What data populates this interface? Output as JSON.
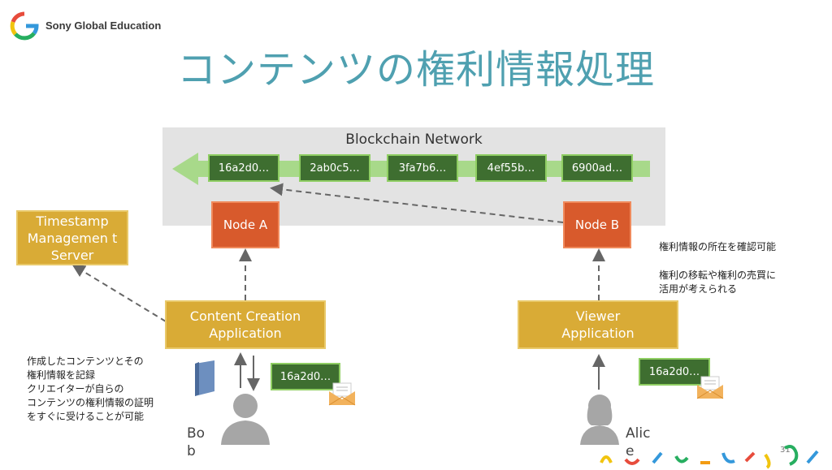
{
  "header": {
    "brand": "Sony Global Education"
  },
  "title": "コンテンツの権利情報処理",
  "blockchain": {
    "label": "Blockchain Network",
    "blocks": [
      "16a2d0…",
      "2ab0c5…",
      "3fa7b6…",
      "4ef55b…",
      "6900ad…"
    ]
  },
  "nodes": {
    "a": "Node A",
    "b": "Node B"
  },
  "timestamp_server": "Timestamp Managemen t Server",
  "apps": {
    "content_creation": "Content Creation Application",
    "viewer": "Viewer Application"
  },
  "notes": {
    "left": "作成したコンテンツとその\n権利情報を記録\nクリエイターが自らの\nコンテンツの権利情報の証明\nをすぐに受けることが可能",
    "right_1": "権利情報の所在を確認可能",
    "right_2": "権利の移転や権利の売買に\n活用が考えられる"
  },
  "users": {
    "bob": "Bo\nb",
    "alice": "Alic\ne"
  },
  "hash_tags": {
    "bob": "16a2d0…",
    "alice": "16a2d0…"
  },
  "page_number": "31",
  "colors": {
    "title": "#4fa0b0",
    "block_fill": "#3e6e30",
    "block_border": "#8fce63",
    "node_fill": "#d85a2c",
    "app_fill": "#d9ab36",
    "chain_arrow": "#a8d98a"
  },
  "icons": [
    "brand-logo-icon",
    "book-icon",
    "person-icon",
    "envelope-icon"
  ]
}
